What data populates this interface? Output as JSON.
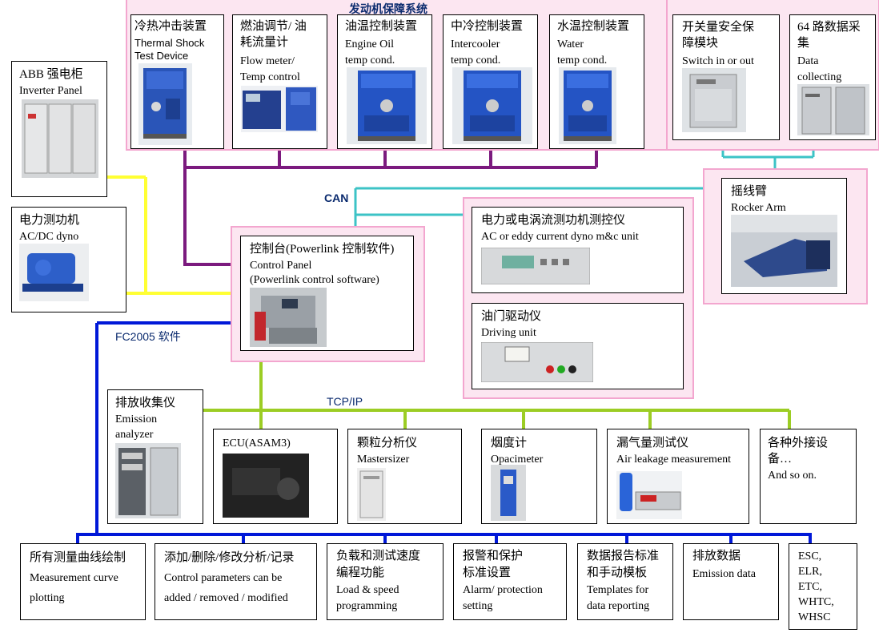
{
  "labels": {
    "engine_system": "发动机保障系统",
    "can": "CAN",
    "fc2005": "FC2005 软件",
    "tcpip": "TCP/IP"
  },
  "colors": {
    "purple": "#7b1a7e",
    "teal": "#3cc3c6",
    "yellow": "#ffff33",
    "blue": "#0018d8",
    "green": "#9ccd24",
    "pink_border": "#f3a6cf",
    "pink_fill": "#fce6f1"
  },
  "boxes": {
    "thermal": {
      "l1": "冷热冲击装置",
      "l2": "Thermal  Shock",
      "l3": "Test Device"
    },
    "fuel": {
      "l1": "燃油调节/ 油",
      "l2": "耗流量计",
      "l3": "Flow meter/",
      "l4": "Temp control"
    },
    "oil": {
      "l1": "油温控制装置",
      "l2": "Engine Oil",
      "l3": "temp cond."
    },
    "intercooler": {
      "l1": "中冷控制装置",
      "l2": "Intercooler",
      "l3": "temp cond."
    },
    "water": {
      "l1": "水温控制装置",
      "l2": "Water",
      "l3": "temp cond."
    },
    "switch": {
      "l1": "开关量安全保",
      "l2": "障模块",
      "l3": "Switch in or out"
    },
    "data64": {
      "l1": "64 路数据采",
      "l2": "集",
      "l3": "Data",
      "l4": "collecting"
    },
    "abb": {
      "l1": "ABB 强电柜",
      "l2": "Inverter Panel"
    },
    "acdc": {
      "l1": "电力测功机",
      "l2": "AC/DC dyno"
    },
    "rocker": {
      "l1": "摇线臂",
      "l2": "Rocker Arm"
    },
    "control": {
      "l1": "控制台(Powerlink 控制软件)",
      "l2": "Control Panel",
      "l3": "(Powerlink control software)"
    },
    "dyno_mc": {
      "l1": "电力或电涡流测功机测控仪",
      "l2": "AC or eddy current dyno m&c unit"
    },
    "driving": {
      "l1": "油门驱动仪",
      "l2": "Driving unit"
    },
    "emission": {
      "l1": "排放收集仪",
      "l2": "Emission",
      "l3": "analyzer"
    },
    "ecu": {
      "l1": "ECU(ASAM3)"
    },
    "particle": {
      "l1": "颗粒分析仪",
      "l2": "Mastersizer"
    },
    "smoke": {
      "l1": "烟度计",
      "l2": "Opacimeter"
    },
    "leak": {
      "l1": "漏气量测试仪",
      "l2": "Air leakage measurement"
    },
    "external": {
      "l1": "各种外接设",
      "l2": "备…",
      "l3": "And so on."
    },
    "curve": {
      "l1": "所有测量曲线绘制",
      "l2": "Measurement curve",
      "l3": "plotting"
    },
    "addparam": {
      "l1": "添加/删除/修改分析/记录",
      "l2": "Control parameters can be",
      "l3": "added / removed / modified"
    },
    "load": {
      "l1": "负载和测试速度",
      "l2": "编程功能",
      "l3": "Load & speed",
      "l4": "programming"
    },
    "alarm": {
      "l1": "报警和保护",
      "l2": "标准设置",
      "l3": "Alarm/ protection",
      "l4": "setting"
    },
    "report": {
      "l1": "数据报告标准",
      "l2": "和手动模板",
      "l3": "Templates for",
      "l4": "data reporting"
    },
    "emdata": {
      "l1": "排放数据",
      "l2": "Emission data"
    },
    "cycles": {
      "l1": "ESC,",
      "l2": "ELR,",
      "l3": "ETC,",
      "l4": "WHTC,",
      "l5": "WHSC"
    }
  }
}
